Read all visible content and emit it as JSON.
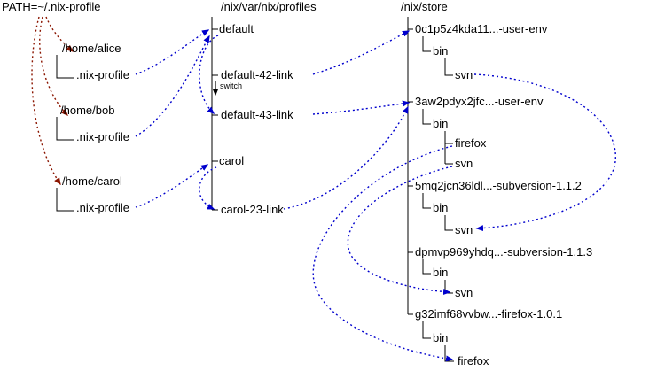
{
  "colors": {
    "arrow_blue": "#0000cd",
    "arrow_red": "#8b1500",
    "line": "#000000",
    "text": "#000000",
    "background": "#ffffff"
  },
  "path_label": "PATH=~/.nix-profile",
  "homes": {
    "alice": {
      "dir": "/home/alice",
      "link": ".nix-profile"
    },
    "bob": {
      "dir": "/home/bob",
      "link": ".nix-profile"
    },
    "carol": {
      "dir": "/home/carol",
      "link": ".nix-profile"
    }
  },
  "profiles": {
    "header": "/nix/var/nix/profiles",
    "items": {
      "default": "default",
      "gen42": "default-42-link",
      "gen43": "default-43-link",
      "carol": "carol",
      "carol23": "carol-23-link"
    },
    "switch_label": "switch"
  },
  "store": {
    "header": "/nix/store",
    "packages": [
      {
        "name": "0c1p5z4kda11...-user-env",
        "bin": "bin",
        "children": [
          "svn"
        ]
      },
      {
        "name": "3aw2pdyx2jfc...-user-env",
        "bin": "bin",
        "children": [
          "firefox",
          "svn"
        ]
      },
      {
        "name": "5mq2jcn36ldl...-subversion-1.1.2",
        "bin": "bin",
        "children": [
          "svn"
        ]
      },
      {
        "name": "dpmvp969yhdq...-subversion-1.1.3",
        "bin": "bin",
        "children": [
          "svn"
        ]
      },
      {
        "name": "g32imf68vvbw...-firefox-1.0.1",
        "bin": "bin",
        "children": [
          "firefox"
        ]
      }
    ]
  },
  "symlinks": [
    {
      "from": "PATH=~/.nix-profile",
      "to": "/home/alice/.nix-profile"
    },
    {
      "from": "PATH=~/.nix-profile",
      "to": "/home/bob/.nix-profile"
    },
    {
      "from": "PATH=~/.nix-profile",
      "to": "/home/carol/.nix-profile"
    },
    {
      "from": "/home/alice/.nix-profile",
      "to": "default"
    },
    {
      "from": "/home/bob/.nix-profile",
      "to": "default"
    },
    {
      "from": "/home/carol/.nix-profile",
      "to": "carol"
    },
    {
      "from": "default",
      "to": "default-43-link"
    },
    {
      "from": "carol",
      "to": "carol-23-link"
    },
    {
      "from": "default-42-link",
      "to": "0c1p5z4kda11...-user-env"
    },
    {
      "from": "default-43-link",
      "to": "3aw2pdyx2jfc...-user-env"
    },
    {
      "from": "carol-23-link",
      "to": "3aw2pdyx2jfc...-user-env"
    },
    {
      "from": "0c1p5z4kda11...-user-env/bin/svn",
      "to": "5mq2jcn36ldl...-subversion-1.1.2/bin/svn"
    },
    {
      "from": "3aw2pdyx2jfc...-user-env/bin/svn",
      "to": "dpmvp969yhdq...-subversion-1.1.3/bin/svn"
    },
    {
      "from": "3aw2pdyx2jfc...-user-env/bin/firefox",
      "to": "g32imf68vvbw...-firefox-1.0.1/bin/firefox"
    }
  ]
}
